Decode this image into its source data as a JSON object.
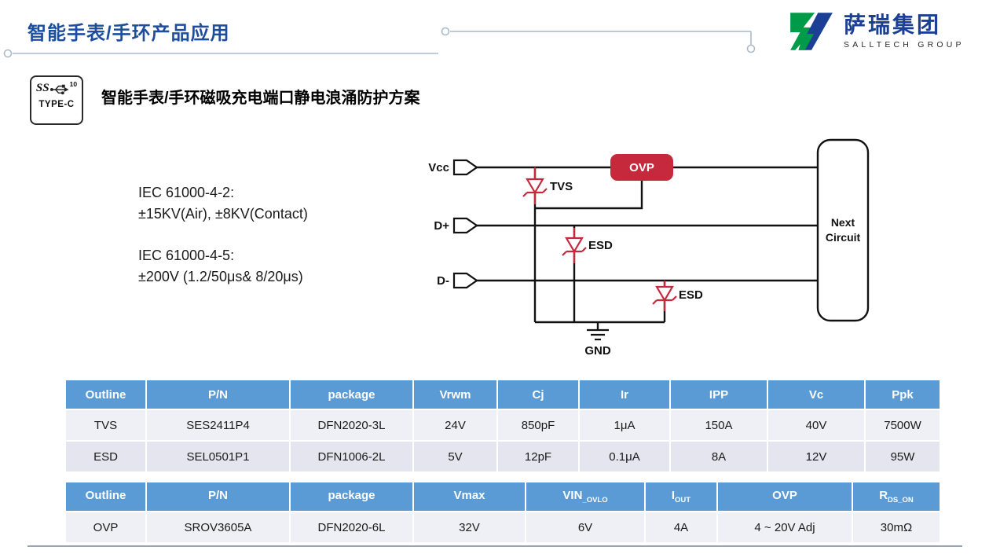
{
  "page": {
    "title": "智能手表/手环产品应用"
  },
  "logo": {
    "name": "萨瑞集团",
    "subtitle": "SALLTECH GROUP"
  },
  "usb": {
    "ss": "SS",
    "speed": "10",
    "type": "TYPE-C"
  },
  "section": {
    "title": "智能手表/手环磁吸充电端口静电浪涌防护方案"
  },
  "specs": {
    "iec1_title": "IEC 61000-4-2:",
    "iec1_value": "±15KV(Air), ±8KV(Contact)",
    "iec2_title": "IEC 61000-4-5:",
    "iec2_value": "±200V  (1.2/50μs& 8/20μs)"
  },
  "circuit": {
    "vcc": "Vcc",
    "dplus": "D+",
    "dminus": "D-",
    "tvs": "TVS",
    "esd_top": "ESD",
    "esd_bottom": "ESD",
    "ovp": "OVP",
    "gnd": "GND",
    "next_line1": "Next",
    "next_line2": "Circuit"
  },
  "colors": {
    "accent_blue": "#1D4E9E",
    "logo_blue": "#1B3F94",
    "logo_green": "#009B48",
    "table_header_blue": "#5B9BD5",
    "diode_red": "#C6293B"
  },
  "table1": {
    "headers": [
      "Outline",
      "P/N",
      "package",
      "Vrwm",
      "Cj",
      "Ir",
      "IPP",
      "Vc",
      "Ppk"
    ],
    "rows": [
      [
        "TVS",
        "SES2411P4",
        "DFN2020-3L",
        "24V",
        "850pF",
        "1μA",
        "150A",
        "40V",
        "7500W"
      ],
      [
        "ESD",
        "SEL0501P1",
        "DFN1006-2L",
        "5V",
        "12pF",
        "0.1μA",
        "8A",
        "12V",
        "95W"
      ]
    ]
  },
  "table2": {
    "headers": [
      {
        "main": "Outline"
      },
      {
        "main": "P/N"
      },
      {
        "main": "package"
      },
      {
        "main": "Vmax"
      },
      {
        "main": "VIN",
        "sub": "_OVLO"
      },
      {
        "main": "I",
        "sub": "OUT"
      },
      {
        "main": "OVP"
      },
      {
        "main": "R",
        "sub": "DS_ON"
      }
    ],
    "rows": [
      [
        "OVP",
        "SROV3605A",
        "DFN2020-6L",
        "32V",
        "6V",
        "4A",
        "4 ~ 20V Adj",
        "30mΩ"
      ]
    ]
  }
}
